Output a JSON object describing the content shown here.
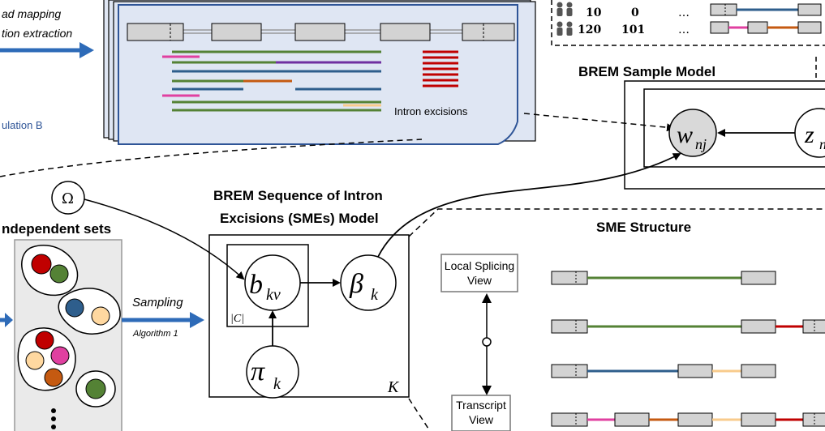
{
  "top_left": {
    "mapping_line1": "ad mapping",
    "mapping_line2": "tion extraction",
    "population": "ulation B"
  },
  "alignment_panel": {
    "intron_label": "Intron excisions"
  },
  "table_fragment": {
    "row1": [
      "10",
      "0",
      "…"
    ],
    "row2": [
      "120",
      "101",
      "…"
    ]
  },
  "sample_model": {
    "title": "BREM Sample Model",
    "w_node": "w",
    "w_sub": "nj",
    "z_node": "z",
    "z_sub": "n"
  },
  "independent_sets": {
    "title": "ndependent sets",
    "omega": "Ω",
    "ellipsis": "⋮"
  },
  "sampling": {
    "label": "Sampling",
    "sublabel": "Algorithm 1"
  },
  "sme_model": {
    "title_line1": "BREM Sequence of Intron",
    "title_line2": "Excisions (SMEs) Model",
    "b_node": "b",
    "b_sub": "kv",
    "beta_node": "β",
    "beta_sub": "k",
    "pi_node": "π",
    "pi_sub": "k",
    "plate_c": "|C|",
    "plate_k": "K"
  },
  "sme_structure": {
    "title": "SME Structure",
    "local_view_line1": "Local Splicing",
    "local_view_line2": "View",
    "transcript_view_line1": "Transcript",
    "transcript_view_line2": "View"
  },
  "colors": {
    "blue_arrow": "#2e6bb8",
    "panel_fill": "#dfe6f3",
    "panel_border": "#2f5597",
    "exon_fill": "#d3d3d3",
    "green": "#548235",
    "blue": "#2e5e8c",
    "purple": "#7030a0",
    "pink": "#e040a0",
    "orange": "#c55a11",
    "red": "#c00000",
    "peach": "#f8cb8c"
  }
}
